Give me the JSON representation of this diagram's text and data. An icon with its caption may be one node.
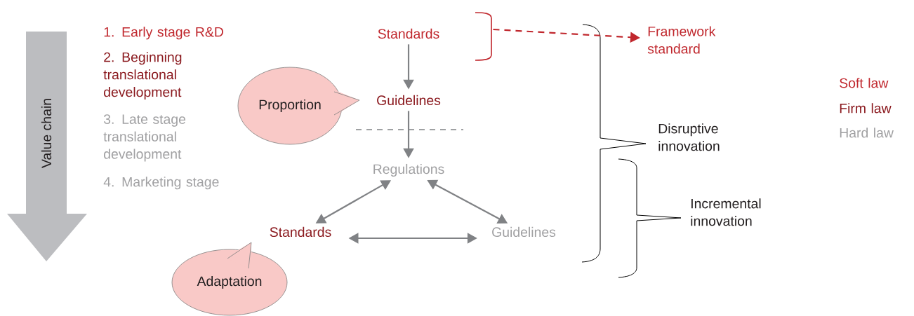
{
  "diagram": {
    "nodes": [
      {
        "text": [
          "Value chain"
        ]
      },
      {
        "text": [
          "Standards"
        ]
      },
      {
        "text": [
          "Framework standard"
        ]
      },
      {
        "text": [
          "Proportion"
        ]
      },
      {
        "text": [
          "Guidelines"
        ]
      },
      {
        "text": [
          "Regulations"
        ]
      },
      {
        "text": [
          "Standards"
        ]
      },
      {
        "text": [
          "Guidelines"
        ]
      },
      {
        "text": [
          "Adaptation"
        ]
      }
    ],
    "edges": [
      {
        "from": 1,
        "to": 4,
        "arrow": "to"
      },
      {
        "from": 4,
        "to": 5,
        "arrow": "to"
      },
      {
        "from": 5,
        "to": 6,
        "arrow": "both"
      },
      {
        "from": 5,
        "to": 7,
        "arrow": "both"
      },
      {
        "from": 6,
        "to": 7,
        "arrow": "both"
      },
      {
        "from": 1,
        "to": 2,
        "arrow": "to",
        "style": "dashed",
        "color": "#c0272d"
      }
    ],
    "labels": [
      "1. Early stage R&D",
      "2. Beginning translational development",
      "3. Late stage translational development",
      "4. Marketing stage",
      "Disruptive innovation",
      "Incremental innovation",
      "Soft law",
      "Firm law",
      "Hard law"
    ]
  }
}
